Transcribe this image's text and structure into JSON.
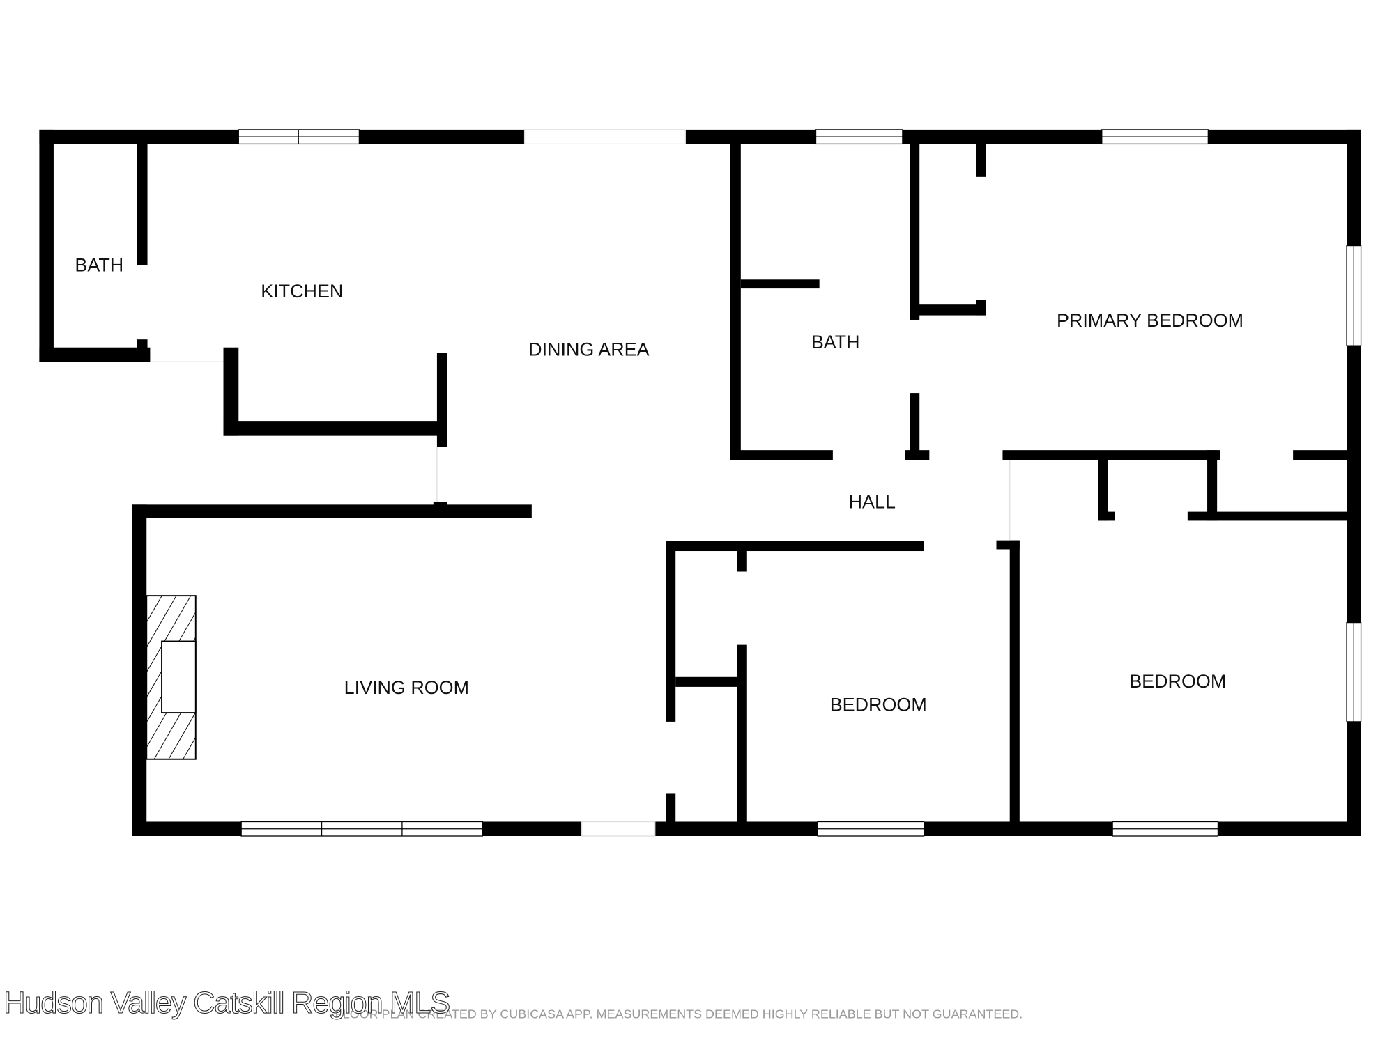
{
  "rooms": {
    "bath_left": "BATH",
    "kitchen": "KITCHEN",
    "dining": "DINING AREA",
    "bath_mid": "BATH",
    "primary_bedroom": "PRIMARY BEDROOM",
    "hall": "HALL",
    "living_room": "LIVING ROOM",
    "bedroom_mid": "BEDROOM",
    "bedroom_right": "BEDROOM"
  },
  "watermark": "Hudson Valley Catskill Region MLS",
  "disclaimer": "FLOOR PLAN CREATED BY CUBICASA APP. MEASUREMENTS DEEMED HIGHLY RELIABLE BUT NOT GUARANTEED."
}
